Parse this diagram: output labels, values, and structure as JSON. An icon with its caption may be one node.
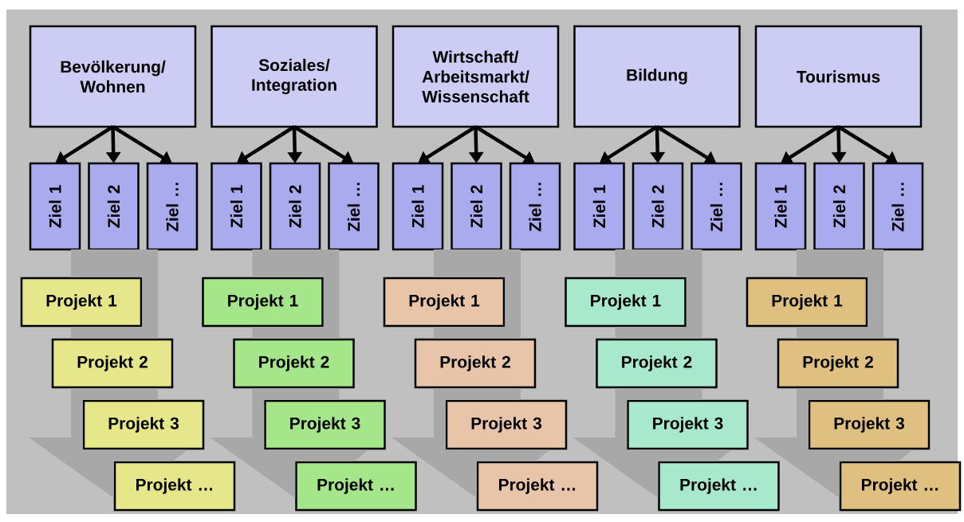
{
  "diagram": {
    "nodes": [
      {
        "text": [
          "Bevölkerung/ Wohnen"
        ]
      },
      {
        "text": [
          "Ziel 1"
        ]
      },
      {
        "text": [
          "Ziel 2"
        ]
      },
      {
        "text": [
          "Ziel …"
        ]
      },
      {
        "text": [
          "Projekt 1"
        ]
      },
      {
        "text": [
          "Projekt 2"
        ]
      },
      {
        "text": [
          "Projekt 3"
        ]
      },
      {
        "text": [
          "Projekt …"
        ]
      },
      {
        "text": [
          "Soziales/ Integration"
        ]
      },
      {
        "text": [
          "Ziel 1"
        ]
      },
      {
        "text": [
          "Ziel 2"
        ]
      },
      {
        "text": [
          "Ziel …"
        ]
      },
      {
        "text": [
          "Projekt 1"
        ]
      },
      {
        "text": [
          "Projekt 2"
        ]
      },
      {
        "text": [
          "Projekt 3"
        ]
      },
      {
        "text": [
          "Projekt …"
        ]
      },
      {
        "text": [
          "Wirtschaft/ Arbeitsmarkt/ Wissenschaft"
        ]
      },
      {
        "text": [
          "Ziel 1"
        ]
      },
      {
        "text": [
          "Ziel 2"
        ]
      },
      {
        "text": [
          "Ziel …"
        ]
      },
      {
        "text": [
          "Projekt 1"
        ]
      },
      {
        "text": [
          "Projekt 2"
        ]
      },
      {
        "text": [
          "Projekt 3"
        ]
      },
      {
        "text": [
          "Projekt …"
        ]
      },
      {
        "text": [
          "Bildung"
        ]
      },
      {
        "text": [
          "Ziel 1"
        ]
      },
      {
        "text": [
          "Ziel 2"
        ]
      },
      {
        "text": [
          "Ziel …"
        ]
      },
      {
        "text": [
          "Projekt 1"
        ]
      },
      {
        "text": [
          "Projekt 2"
        ]
      },
      {
        "text": [
          "Projekt 3"
        ]
      },
      {
        "text": [
          "Projekt …"
        ]
      },
      {
        "text": [
          "Tourismus"
        ]
      },
      {
        "text": [
          "Ziel 1"
        ]
      },
      {
        "text": [
          "Ziel 2"
        ]
      },
      {
        "text": [
          "Ziel …"
        ]
      },
      {
        "text": [
          "Projekt 1"
        ]
      },
      {
        "text": [
          "Projekt 2"
        ]
      },
      {
        "text": [
          "Projekt 3"
        ]
      },
      {
        "text": [
          "Projekt …"
        ]
      }
    ],
    "edges": [
      {
        "from": 0,
        "to": 1,
        "arrow": "to"
      },
      {
        "from": 0,
        "to": 2,
        "arrow": "to"
      },
      {
        "from": 0,
        "to": 3,
        "arrow": "to"
      },
      {
        "from": 8,
        "to": 9,
        "arrow": "to"
      },
      {
        "from": 8,
        "to": 10,
        "arrow": "to"
      },
      {
        "from": 8,
        "to": 11,
        "arrow": "to"
      },
      {
        "from": 16,
        "to": 17,
        "arrow": "to"
      },
      {
        "from": 16,
        "to": 18,
        "arrow": "to"
      },
      {
        "from": 16,
        "to": 19,
        "arrow": "to"
      },
      {
        "from": 24,
        "to": 25,
        "arrow": "to"
      },
      {
        "from": 24,
        "to": 26,
        "arrow": "to"
      },
      {
        "from": 24,
        "to": 27,
        "arrow": "to"
      },
      {
        "from": 32,
        "to": 33,
        "arrow": "to"
      },
      {
        "from": 32,
        "to": 34,
        "arrow": "to"
      },
      {
        "from": 32,
        "to": 35,
        "arrow": "to"
      },
      {
        "from": 2,
        "to": 7,
        "arrow": "to",
        "style": "thick",
        "color": "#a8a8a8"
      },
      {
        "from": 10,
        "to": 15,
        "arrow": "to",
        "style": "thick",
        "color": "#a8a8a8"
      },
      {
        "from": 18,
        "to": 23,
        "arrow": "to",
        "style": "thick",
        "color": "#a8a8a8"
      },
      {
        "from": 26,
        "to": 31,
        "arrow": "to",
        "style": "thick",
        "color": "#a8a8a8"
      },
      {
        "from": 34,
        "to": 39,
        "arrow": "to",
        "style": "thick",
        "color": "#a8a8a8"
      }
    ]
  }
}
